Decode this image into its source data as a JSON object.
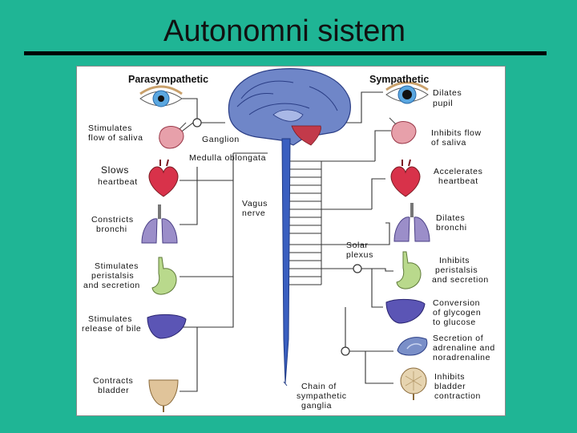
{
  "slide": {
    "title": "Autonomni sistem"
  },
  "diagram": {
    "headers": {
      "left": "Parasympathetic",
      "right": "Sympathetic"
    },
    "center_labels": {
      "ganglion": "Ganglion",
      "medulla": "Medulla oblongata",
      "vagus": [
        "Vagus",
        "nerve"
      ],
      "solar": [
        "Solar",
        "plexus"
      ],
      "chain": [
        "Chain of",
        "sympathetic",
        "ganglia"
      ]
    },
    "left": {
      "eye": [],
      "saliva": [
        "Stimulates",
        "flow of saliva"
      ],
      "heart": [
        "Slows",
        "heartbeat"
      ],
      "lungs": [
        "Constricts",
        "bronchi"
      ],
      "stomach": [
        "Stimulates",
        "peristalsis",
        "and secretion"
      ],
      "liver": [
        "Stimulates",
        "release of bile"
      ],
      "bladder": [
        "Contracts",
        "bladder"
      ]
    },
    "right": {
      "eye": [
        "Dilates",
        "pupil"
      ],
      "saliva": [
        "Inhibits flow",
        "of saliva"
      ],
      "heart": [
        "Accelerates",
        "heartbeat"
      ],
      "lungs": [
        "Dilates",
        "bronchi"
      ],
      "stomach": [
        "Inhibits",
        "peristalsis",
        "and secretion"
      ],
      "liver": [
        "Conversion",
        "of glycogen",
        "to glucose"
      ],
      "adrenal": [
        "Secretion of",
        "adrenaline and",
        "noradrenaline"
      ],
      "bladder": [
        "Inhibits",
        "bladder",
        "contraction"
      ]
    },
    "colors": {
      "background": "#1fb595",
      "brain": "#6f86c8",
      "spine": "#3a5fc0",
      "heart": "#d8324a",
      "lung": "#9b8ec9",
      "stomach": "#b9d98c",
      "liver": "#5b55b5",
      "bladder": "#e0c49a",
      "iris": "#5aa7e0"
    }
  }
}
